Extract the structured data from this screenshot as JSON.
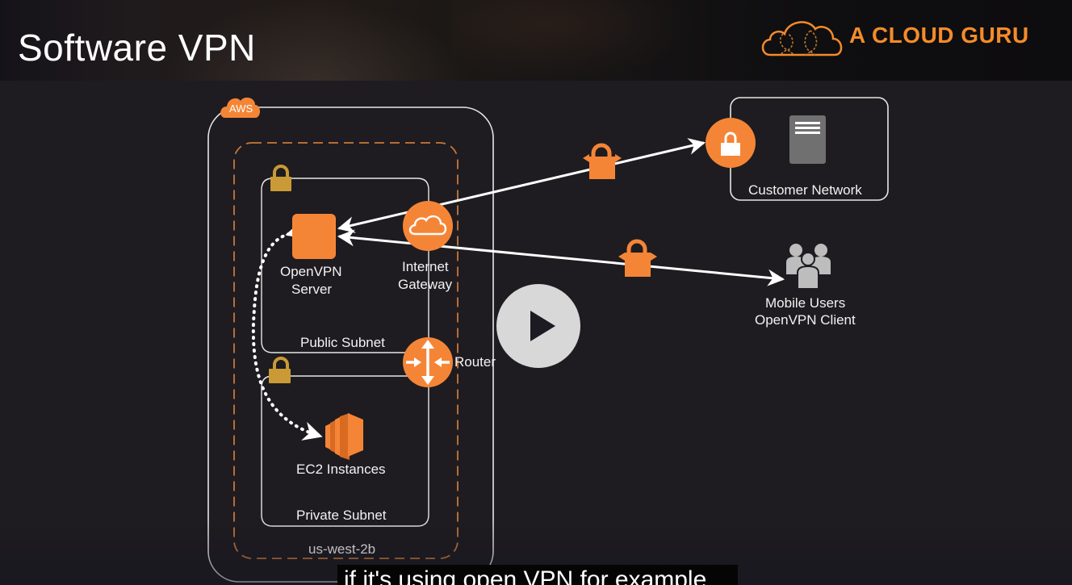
{
  "slide": {
    "title": "Software VPN",
    "brand_name": "A CLOUD GURU",
    "brand_color": "#f48b2a"
  },
  "diagram": {
    "aws_badge": "AWS",
    "availability_zone": "us-west-2b",
    "public_subnet": "Public Subnet",
    "private_subnet": "Private Subnet",
    "openvpn_server": [
      "OpenVPN",
      "Server"
    ],
    "internet_gateway": [
      "Internet",
      "Gateway"
    ],
    "router": "Router",
    "ec2_instances": "EC2 Instances",
    "customer_network": "Customer Network",
    "mobile_users": [
      "Mobile Users",
      "OpenVPN Client"
    ],
    "colors": {
      "aws_orange": "#f58536",
      "lock_gold": "#c99a35",
      "zone_dash": "#c9783a",
      "line": "#ffffff",
      "server_gray": "#707070",
      "users_gray": "#bdbdbd"
    }
  },
  "player": {
    "play_icon": "play-icon",
    "caption": "if it's using open VPN for example"
  }
}
